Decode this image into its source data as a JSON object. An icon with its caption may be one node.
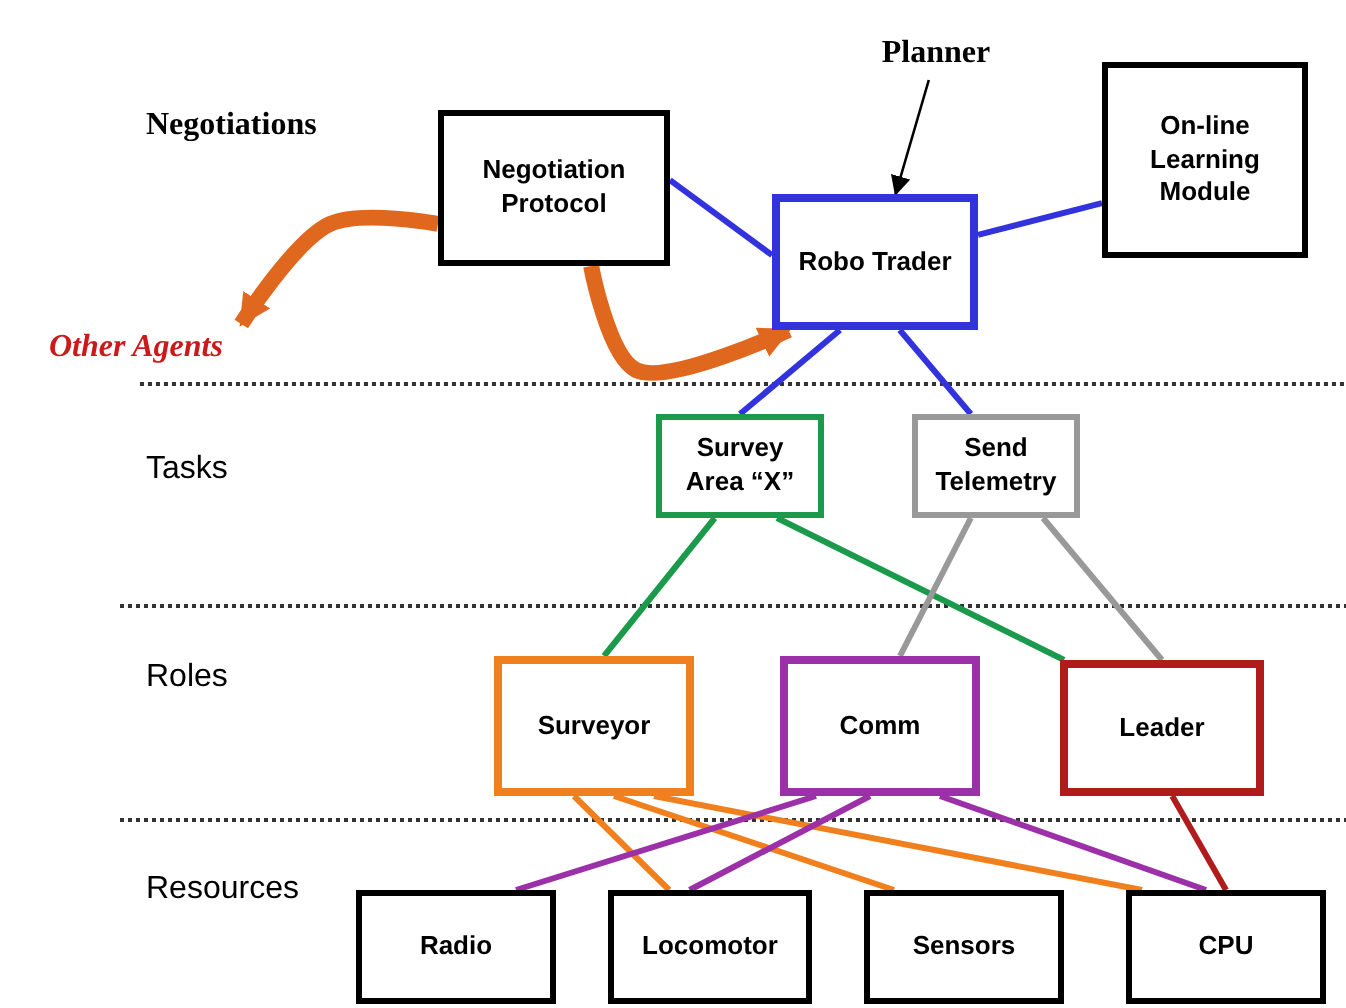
{
  "diagram": {
    "nodes": [
      {
        "text": [
          "Planner"
        ]
      },
      {
        "text": [
          "Negotiation Protocol"
        ]
      },
      {
        "text": [
          "Robo Trader"
        ]
      },
      {
        "text": [
          "On-line Learning Module"
        ]
      },
      {
        "text": [
          "Other Agents"
        ]
      },
      {
        "text": [
          "Survey Area “X”"
        ]
      },
      {
        "text": [
          "Send Telemetry"
        ]
      },
      {
        "text": [
          "Surveyor"
        ]
      },
      {
        "text": [
          "Comm"
        ]
      },
      {
        "text": [
          "Leader"
        ]
      },
      {
        "text": [
          "Radio"
        ]
      },
      {
        "text": [
          "Locomotor"
        ]
      },
      {
        "text": [
          "Sensors"
        ]
      },
      {
        "text": [
          "CPU"
        ]
      }
    ],
    "edges": [
      {
        "from": 1,
        "to": 4,
        "arrow": "to",
        "style": "thick",
        "color": "#e0681e"
      },
      {
        "from": 1,
        "to": 2,
        "arrow": "to",
        "style": "thick",
        "color": "#e0681e"
      },
      {
        "from": 0,
        "to": 2,
        "arrow": "to",
        "color": "#000000"
      },
      {
        "from": 1,
        "to": 2,
        "arrow": "none",
        "color": "#3333dd"
      },
      {
        "from": 2,
        "to": 3,
        "arrow": "none",
        "color": "#3333dd"
      },
      {
        "from": 2,
        "to": 5,
        "arrow": "none",
        "color": "#3333dd"
      },
      {
        "from": 2,
        "to": 6,
        "arrow": "none",
        "color": "#3333dd"
      },
      {
        "from": 5,
        "to": 7,
        "arrow": "none",
        "color": "#1a9a4a"
      },
      {
        "from": 5,
        "to": 9,
        "arrow": "none",
        "color": "#1a9a4a"
      },
      {
        "from": 6,
        "to": 8,
        "arrow": "none",
        "color": "#999999"
      },
      {
        "from": 6,
        "to": 9,
        "arrow": "none",
        "color": "#999999"
      },
      {
        "from": 7,
        "to": 11,
        "arrow": "none",
        "color": "#f07f1e"
      },
      {
        "from": 7,
        "to": 12,
        "arrow": "none",
        "color": "#f07f1e"
      },
      {
        "from": 7,
        "to": 13,
        "arrow": "none",
        "color": "#f07f1e"
      },
      {
        "from": 8,
        "to": 10,
        "arrow": "none",
        "color": "#9b30a8"
      },
      {
        "from": 8,
        "to": 11,
        "arrow": "none",
        "color": "#9b30a8"
      },
      {
        "from": 8,
        "to": 13,
        "arrow": "none",
        "color": "#9b30a8"
      },
      {
        "from": 9,
        "to": 13,
        "arrow": "none",
        "color": "#b01c1c"
      }
    ],
    "labels": [
      "Negotiations",
      "Tasks",
      "Roles",
      "Resources"
    ]
  }
}
